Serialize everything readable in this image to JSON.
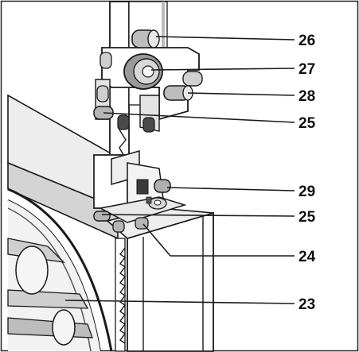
{
  "colors": {
    "ink": "#1a1a1a",
    "light_gray": "#e6e6e6",
    "mid_gray": "#b9b9b9",
    "dark_gray": "#7a7a7a"
  },
  "callouts": [
    {
      "id": "c26",
      "label": "26"
    },
    {
      "id": "c27",
      "label": "27"
    },
    {
      "id": "c28",
      "label": "28"
    },
    {
      "id": "c25a",
      "label": "25"
    },
    {
      "id": "c29",
      "label": "29"
    },
    {
      "id": "c25b",
      "label": "25"
    },
    {
      "id": "c24",
      "label": "24"
    },
    {
      "id": "c23",
      "label": "23"
    }
  ]
}
